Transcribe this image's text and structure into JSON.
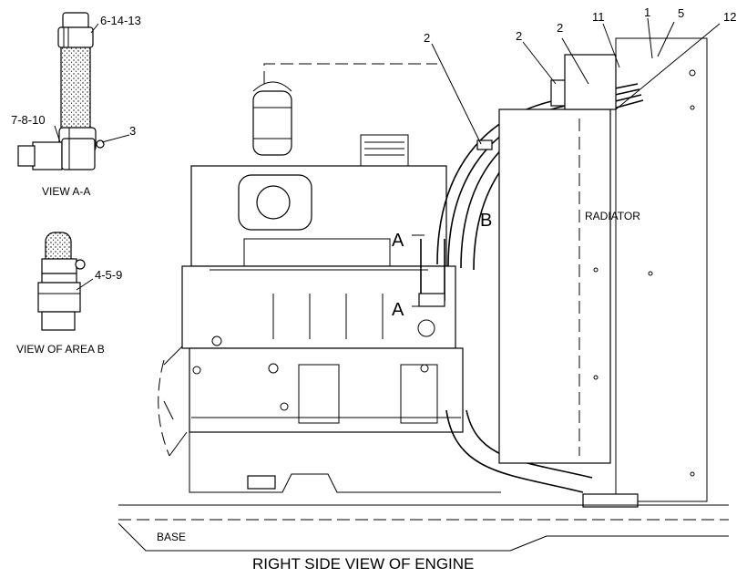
{
  "labels": {
    "view_aa": "VIEW A-A",
    "view_area_b": "VIEW OF AREA B",
    "callout_6_14_13": "6-14-13",
    "callout_7_8_10": "7-8-10",
    "callout_3": "3",
    "callout_4_5_9": "4-5-9",
    "callout_2a": "2",
    "callout_2b": "2",
    "callout_2c": "2",
    "callout_11": "11",
    "callout_1": "1",
    "callout_5": "5",
    "callout_12": "12",
    "section_a_top": "A",
    "section_a_bottom": "A",
    "area_b": "B",
    "radiator": "RADIATOR",
    "base": "BASE",
    "title": "RIGHT SIDE VIEW OF ENGINE"
  }
}
